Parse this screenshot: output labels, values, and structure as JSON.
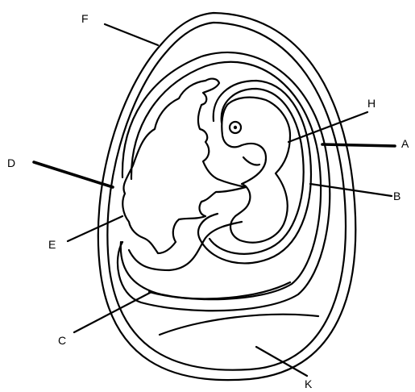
{
  "labels": {
    "A": "A",
    "B": "B",
    "C": "C",
    "D": "D",
    "E": "E",
    "F": "F",
    "H": "H",
    "K": "K"
  }
}
